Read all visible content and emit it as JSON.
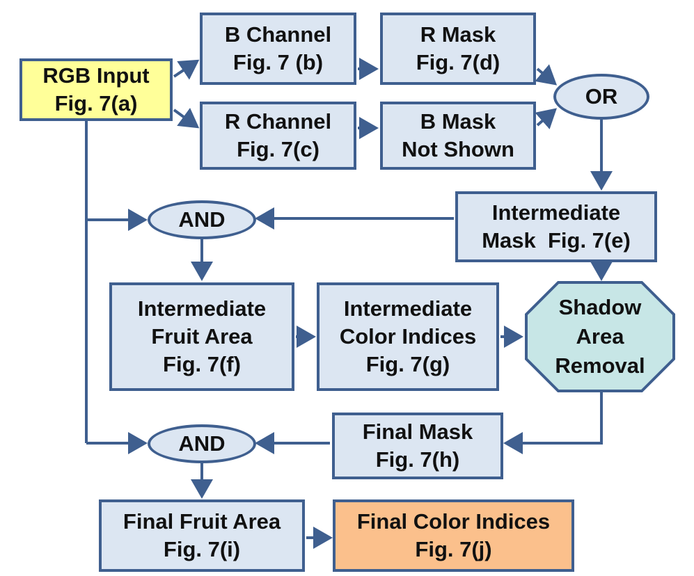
{
  "colors": {
    "border": "#3f5f8f",
    "box_fill": "#dce6f2",
    "input_fill": "#ffff99",
    "output_fill": "#fbc08c",
    "octagon_fill": "#c7e6e6",
    "arrow": "#3f5f8f"
  },
  "nodes": {
    "rgb_input": {
      "line1": "RGB Input",
      "line2": "Fig. 7(a)"
    },
    "b_channel": {
      "line1": "B Channel",
      "line2": "Fig. 7 (b)"
    },
    "r_channel": {
      "line1": "R Channel",
      "line2": "Fig. 7(c)"
    },
    "r_mask": {
      "line1": "R Mask",
      "line2": "Fig. 7(d)"
    },
    "b_mask": {
      "line1": "B Mask",
      "line2": "Not Shown"
    },
    "or_op": {
      "label": "OR"
    },
    "intermediate_mask": {
      "line1": "Intermediate",
      "line2": "Mask  Fig. 7(e)"
    },
    "and_op_1": {
      "label": "AND"
    },
    "intermediate_fruit_area": {
      "line1": "Intermediate",
      "line2": "Fruit Area",
      "line3": "Fig. 7(f)"
    },
    "intermediate_color_indices": {
      "line1": "Intermediate",
      "line2": "Color Indices",
      "line3": "Fig. 7(g)"
    },
    "shadow_area_removal": {
      "line1": "Shadow",
      "line2": "Area",
      "line3": "Removal"
    },
    "final_mask": {
      "line1": "Final Mask",
      "line2": "Fig. 7(h)"
    },
    "and_op_2": {
      "label": "AND"
    },
    "final_fruit_area": {
      "line1": "Final Fruit Area",
      "line2": "Fig. 7(i)"
    },
    "final_color_indices": {
      "line1": "Final Color Indices",
      "line2": "Fig. 7(j)"
    }
  }
}
